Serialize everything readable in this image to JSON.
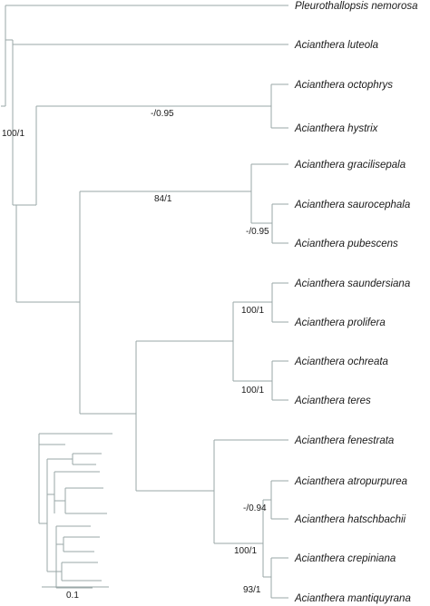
{
  "taxa": [
    "Pleurothallopsis nemorosa",
    "Acianthera luteola",
    "Acianthera octophrys",
    "Acianthera hystrix",
    "Acianthera gracilisepala",
    "Acianthera saurocephala",
    "Acianthera pubescens",
    "Acianthera saundersiana",
    "Acianthera prolifera",
    "Acianthera ochreata",
    "Acianthera teres",
    "Acianthera fenestrata",
    "Acianthera atropurpurea",
    "Acianthera hatschbachii",
    "Acianthera crepiniana",
    "Acianthera mantiquyrana"
  ],
  "support_values": {
    "root": "100/1",
    "octophrys_hystrix": "-/0.95",
    "gracilisepala_clade": "84/1",
    "saurocephala_pubescens": "-/0.95",
    "saundersiana_prolifera": "100/1",
    "ochreata_teres": "100/1",
    "fenestrata_clade": "100/1",
    "atropurpurea_hatschbachii": "-/0.94",
    "crepiniana_mantiquyrana": "93/1"
  },
  "scale_bar": {
    "label": "0.1"
  }
}
